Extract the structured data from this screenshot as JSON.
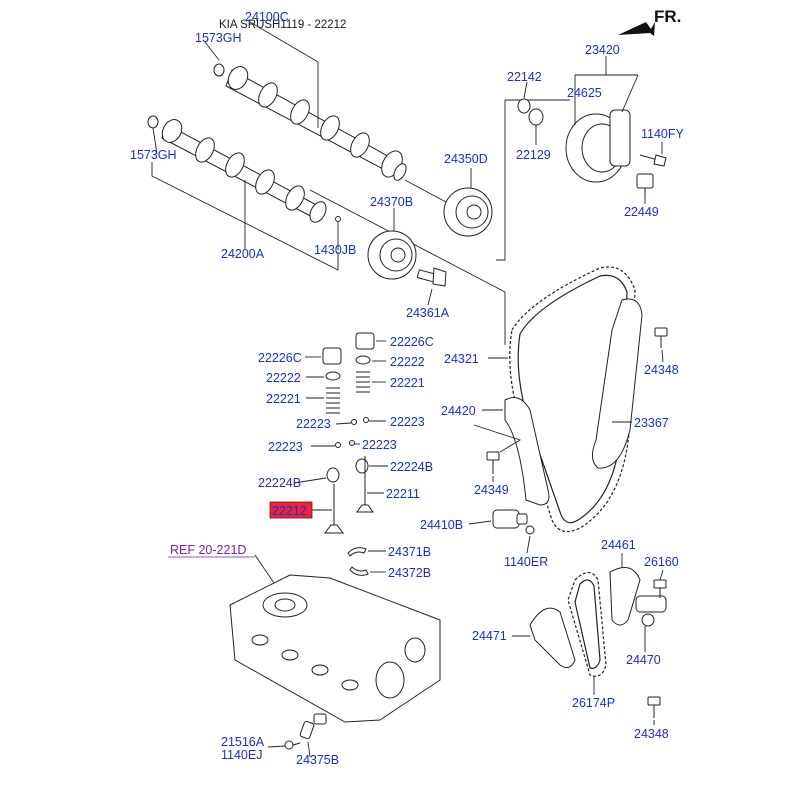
{
  "header": {
    "caption": "KIA SRUSH1119 - 22212",
    "direction": "FR."
  },
  "labels": {
    "p24100C": "24100C",
    "p1573GH_a": "1573GH",
    "p1573GH_b": "1573GH",
    "p24200A": "24200A",
    "p1430JB": "1430JB",
    "p24370B": "24370B",
    "p24361A": "24361A",
    "p24350D": "24350D",
    "p22142": "22142",
    "p22129": "22129",
    "p23420": "23420",
    "p24625": "24625",
    "p1140FY": "1140FY",
    "p22449": "22449",
    "p22226C_a": "22226C",
    "p22226C_b": "22226C",
    "p22222_a": "22222",
    "p22222_b": "22222",
    "p22221_a": "22221",
    "p22221_b": "22221",
    "p22223_a": "22223",
    "p22223_b": "22223",
    "p22223_c": "22223",
    "p22223_d": "22223",
    "p22224B_a": "22224B",
    "p22224B_b": "22224B",
    "p22211": "22211",
    "p22212": "22212",
    "p24321": "24321",
    "p24348_a": "24348",
    "p24420": "24420",
    "p23367": "23367",
    "p24349": "24349",
    "p24410B": "24410B",
    "p1140ER": "1140ER",
    "p24371B": "24371B",
    "p24372B": "24372B",
    "ref": "REF 20-221D",
    "p24461": "24461",
    "p26160": "26160",
    "p24471": "24471",
    "p24470": "24470",
    "p26174P": "26174P",
    "p24348_b": "24348",
    "p21516A": "21516A",
    "p1140EJ": "1140EJ",
    "p24375B": "24375B"
  },
  "colors": {
    "label": "#1a2fc8",
    "reference": "#7a1fa8",
    "highlight": "#e8243c"
  }
}
